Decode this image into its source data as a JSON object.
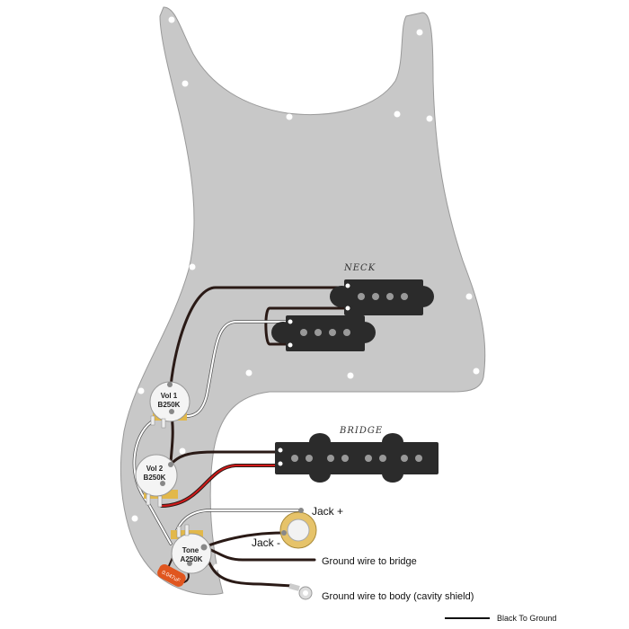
{
  "pickups": {
    "neck": "NECK",
    "bridge": "BRIDGE"
  },
  "pots": [
    {
      "name": "Vol 1",
      "value": "B250K"
    },
    {
      "name": "Vol 2",
      "value": "B250K"
    },
    {
      "name": "Tone",
      "value": "A250K"
    }
  ],
  "capacitor": "0.047uF",
  "labels": {
    "jack_plus": "Jack +",
    "jack_minus": "Jack -",
    "ground_bridge": "Ground wire to bridge",
    "ground_body": "Ground wire to body (cavity shield)"
  },
  "legend": {
    "black": "Black To Ground"
  },
  "colors": {
    "pickguard": "#c8c8c8",
    "pickup": "#2b2b2b",
    "wire_black": "#2a1a16",
    "wire_red": "#d11a1a",
    "wire_white": "#ffffff",
    "capacitor": "#e0561f"
  }
}
